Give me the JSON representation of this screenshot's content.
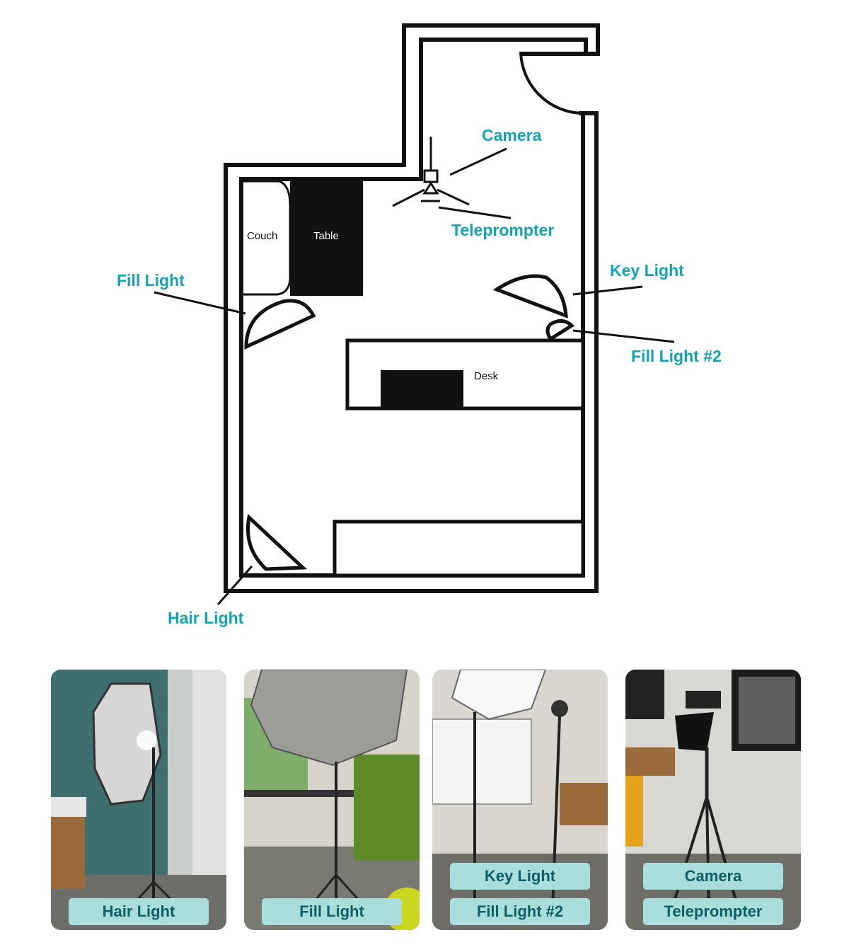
{
  "floorplan": {
    "rooms": {
      "couch": "Couch",
      "table": "Table",
      "desk": "Desk"
    },
    "callouts": {
      "camera": "Camera",
      "teleprompter": "Teleprompter",
      "fill_light": "Fill Light",
      "key_light": "Key Light",
      "fill_light_2": "Fill Light #2",
      "hair_light": "Hair Light"
    }
  },
  "photos": [
    {
      "labels": [
        "Hair Light"
      ]
    },
    {
      "labels": [
        "Fill Light"
      ]
    },
    {
      "labels": [
        "Key Light",
        "Fill Light #2"
      ]
    },
    {
      "labels": [
        "Camera",
        "Teleprompter"
      ]
    }
  ],
  "colors": {
    "accent": "#14a3b0",
    "tag_background": "#a9dedd",
    "tag_text": "#0f5f66",
    "plan_ink": "#111111"
  }
}
